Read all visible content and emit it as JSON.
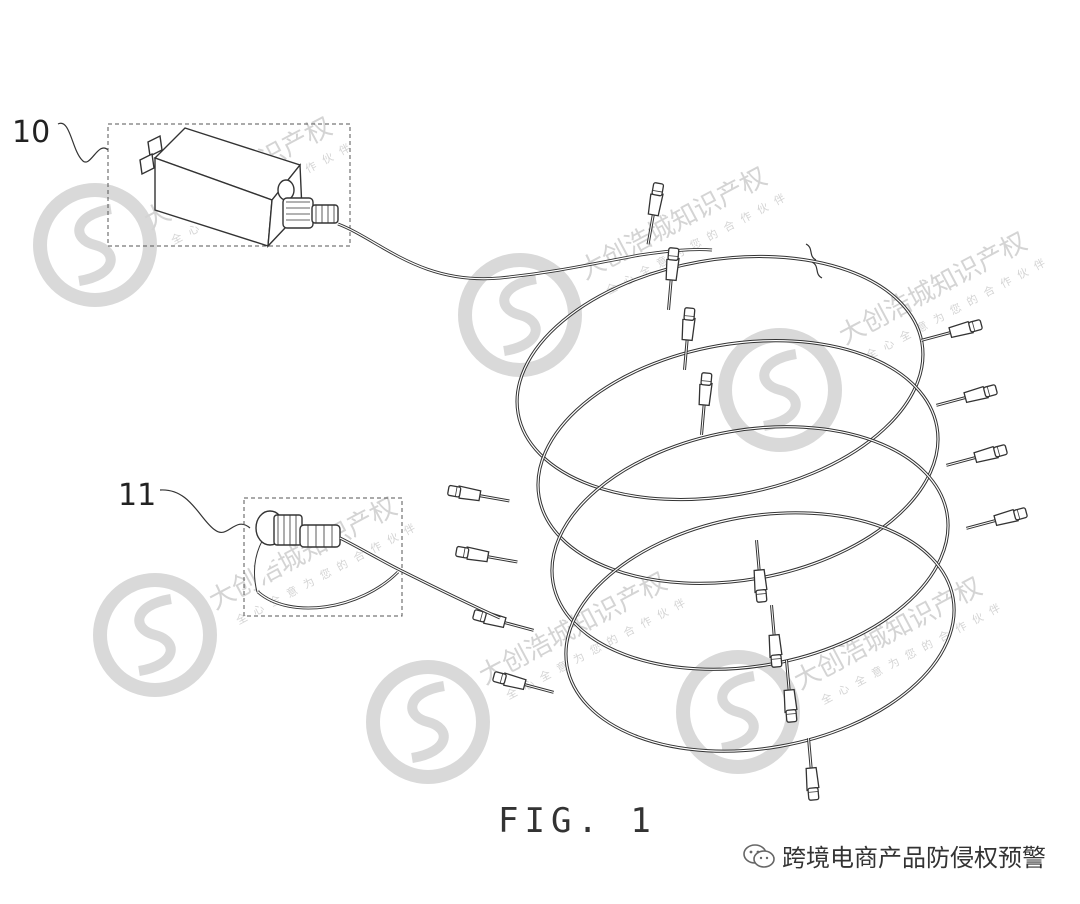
{
  "figure": {
    "caption": "FIG. 1",
    "reference_numerals": [
      "10",
      "11"
    ]
  },
  "watermark": {
    "text": "大创浩城知识产权",
    "subtext": "全心全意为您的合作伙伴"
  },
  "credit": {
    "icon": "wechat-icon",
    "text": "跨境电商产品防侵权预警"
  }
}
